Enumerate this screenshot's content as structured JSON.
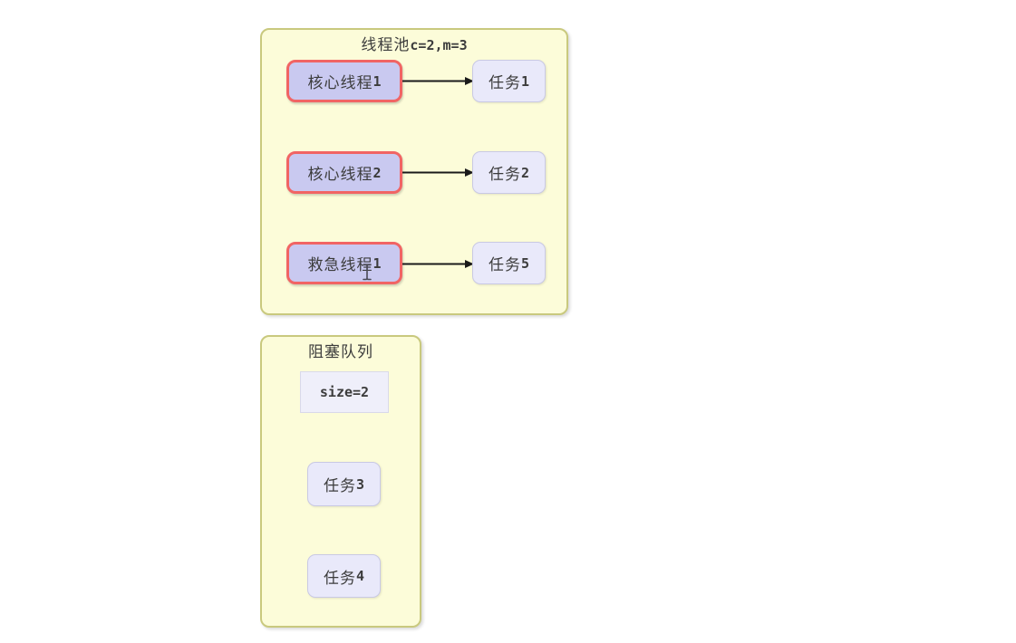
{
  "diagram": {
    "thread_pool": {
      "title_zh": "线程池",
      "title_code": "c=2,m=3",
      "rows": [
        {
          "thread_zh": "核心线程",
          "thread_num": "1",
          "task_zh": "任务",
          "task_num": "1"
        },
        {
          "thread_zh": "核心线程",
          "thread_num": "2",
          "task_zh": "任务",
          "task_num": "2"
        },
        {
          "thread_zh": "救急线程",
          "thread_num": "1",
          "task_zh": "任务",
          "task_num": "5"
        }
      ]
    },
    "blocking_queue": {
      "title": "阻塞队列",
      "size_label": "size=2",
      "tasks": [
        {
          "zh": "任务",
          "num": "3"
        },
        {
          "zh": "任务",
          "num": "4"
        }
      ]
    },
    "colors": {
      "page_background": "#ffffff",
      "container_fill": "#fcfcd9",
      "container_border": "#c9c97e",
      "thread_fill": "#c9c9f0",
      "thread_border": "#f16464",
      "task_fill": "#e9e9fa",
      "task_border": "#c9c9e4",
      "arrow": "#1a1a1a",
      "text": "#3c3c3c"
    },
    "cursor_icon": "text-ibeam-cursor"
  }
}
